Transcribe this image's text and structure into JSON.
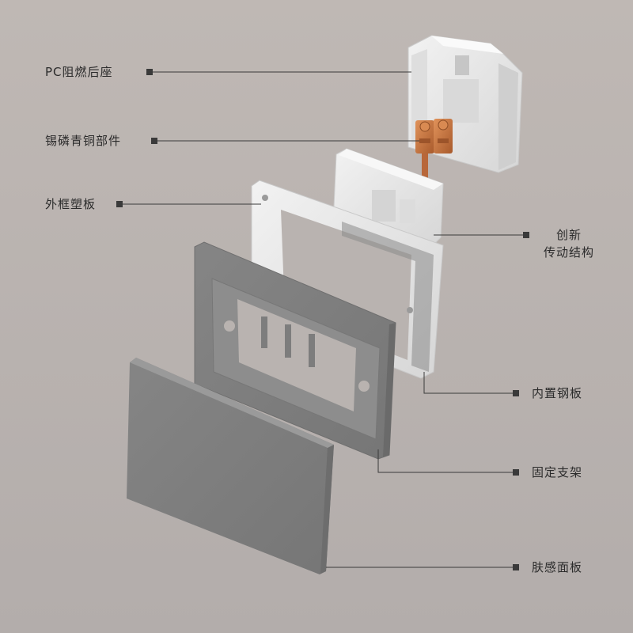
{
  "labels": {
    "pc_base": "PC阻燃后座",
    "bronze": "锡磷青铜部件",
    "frame": "外框塑板",
    "drive_line1": "创新",
    "drive_line2": "传动结构",
    "steel": "内置钢板",
    "bracket": "固定支架",
    "panel": "肤感面板"
  },
  "colors": {
    "background": "#bbb4b1",
    "panel_gray": "#7f7f7f",
    "white_plastic": "#e9e9e9",
    "bronze": "#c8733e",
    "line": "#3a3a3a"
  }
}
